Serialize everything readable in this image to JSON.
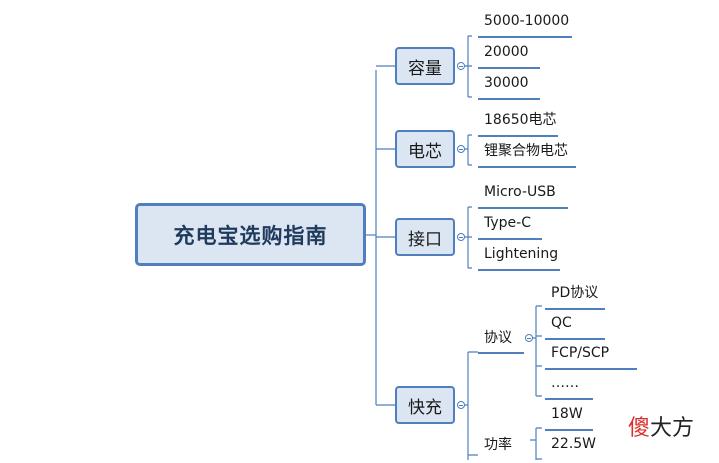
{
  "root": {
    "label": "充电宝选购指南"
  },
  "categories": [
    {
      "label": "容量",
      "items": [
        "5000-10000",
        "20000",
        "30000"
      ]
    },
    {
      "label": "电芯",
      "items": [
        "18650电芯",
        "锂聚合物电芯"
      ]
    },
    {
      "label": "接口",
      "items": [
        "Micro-USB",
        "Type-C",
        "Lightening"
      ]
    },
    {
      "label": "快充",
      "subgroups": [
        {
          "label": "协议",
          "items": [
            "PD协议",
            "QC",
            "FCP/SCP",
            "……"
          ]
        },
        {
          "label": "功率",
          "items": [
            "18W",
            "22.5W"
          ]
        }
      ]
    }
  ],
  "watermark": {
    "first": "傻",
    "rest": "大方"
  },
  "colors": {
    "line": "#4f7fbe",
    "node_fill": "#dce6f2",
    "watermark_accent": "#d9302c"
  }
}
